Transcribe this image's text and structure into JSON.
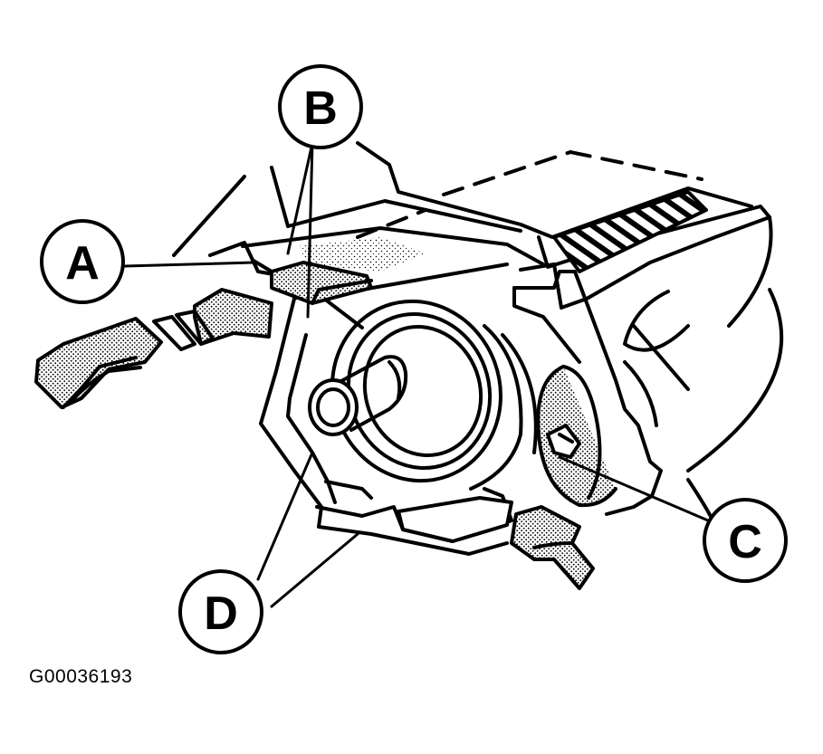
{
  "callouts": {
    "a": "A",
    "b": "B",
    "c": "C",
    "d": "D"
  },
  "figure_id": "G00036193",
  "colors": {
    "ink": "#000000",
    "paper": "#ffffff",
    "stipple": "#000000"
  }
}
